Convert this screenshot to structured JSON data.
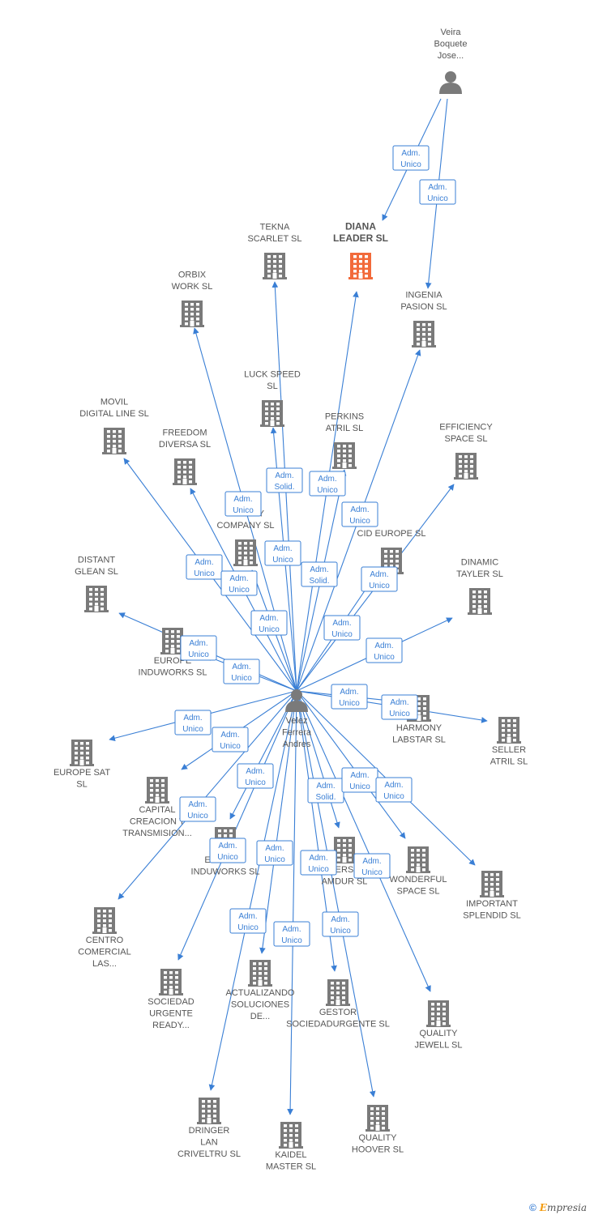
{
  "colors": {
    "edge": "#3a7fd5",
    "building": "#7a7a7a",
    "highlight": "#f26a3a",
    "person": "#7a7a7a",
    "label": "#555555"
  },
  "people": [
    {
      "id": "veira",
      "lines": [
        "Veira",
        "Boquete",
        "Jose..."
      ]
    },
    {
      "id": "velez",
      "lines": [
        "Velez",
        "Ferrera",
        "Andres"
      ]
    }
  ],
  "companies": [
    {
      "id": "diana",
      "lines": [
        "DIANA",
        "LEADER  SL"
      ],
      "highlight": true
    },
    {
      "id": "tekna",
      "lines": [
        "TEKNA",
        "SCARLET  SL"
      ]
    },
    {
      "id": "orbix",
      "lines": [
        "ORBIX",
        "WORK  SL"
      ]
    },
    {
      "id": "ingenia",
      "lines": [
        "INGENIA",
        "PASION  SL"
      ]
    },
    {
      "id": "luck",
      "lines": [
        "LUCK SPEED",
        "SL"
      ]
    },
    {
      "id": "movil",
      "lines": [
        "MOVIL",
        "DIGITAL LINE SL"
      ]
    },
    {
      "id": "perkins",
      "lines": [
        "PERKINS",
        "ATRIL  SL"
      ]
    },
    {
      "id": "efficiency",
      "lines": [
        "EFFICIENCY",
        "SPACE  SL"
      ]
    },
    {
      "id": "freedom",
      "lines": [
        "FREEDOM",
        "DIVERSA  SL"
      ]
    },
    {
      "id": "sound",
      "lines": [
        "SOUND",
        "REALITY",
        "COMPANY  SL"
      ]
    },
    {
      "id": "cid",
      "lines": [
        "CID EUROPE  SL"
      ]
    },
    {
      "id": "distant",
      "lines": [
        "DISTANT",
        "GLEAN  SL"
      ]
    },
    {
      "id": "dinamic",
      "lines": [
        "DINAMIC",
        "TAYLER  SL"
      ]
    },
    {
      "id": "europeind",
      "lines": [
        "EUROPE",
        "INDUWORKS SL"
      ]
    },
    {
      "id": "harmony",
      "lines": [
        "HARMONY",
        "LABSTAR SL"
      ]
    },
    {
      "id": "seller",
      "lines": [
        "SELLER",
        "ATRIL  SL"
      ]
    },
    {
      "id": "europesat",
      "lines": [
        "EUROPE SAT",
        "SL"
      ]
    },
    {
      "id": "capital",
      "lines": [
        "CAPITAL",
        "CREACION Y",
        "TRANSMISION..."
      ]
    },
    {
      "id": "experts",
      "lines": [
        "EXPERTS",
        "INDUWORKS SL"
      ]
    },
    {
      "id": "versa",
      "lines": [
        "VERSA",
        "AMDUR  SL"
      ]
    },
    {
      "id": "wonderful",
      "lines": [
        "WONDERFUL",
        "SPACE  SL"
      ]
    },
    {
      "id": "important",
      "lines": [
        "IMPORTANT",
        "SPLENDID  SL"
      ]
    },
    {
      "id": "centro",
      "lines": [
        "CENTRO",
        "COMERCIAL",
        "LAS..."
      ]
    },
    {
      "id": "sociedad",
      "lines": [
        "SOCIEDAD",
        "URGENTE",
        "READY..."
      ]
    },
    {
      "id": "actualizando",
      "lines": [
        "ACTUALIZANDO",
        "SOLUCIONES",
        "DE..."
      ]
    },
    {
      "id": "gestor",
      "lines": [
        "GESTOR",
        "SOCIEDADURGENTE SL"
      ]
    },
    {
      "id": "qjewell",
      "lines": [
        "QUALITY",
        "JEWELL SL"
      ]
    },
    {
      "id": "dringer",
      "lines": [
        "DRINGER",
        "LAN",
        "CRIVELTRU SL"
      ]
    },
    {
      "id": "kaidel",
      "lines": [
        "KAIDEL",
        "MASTER  SL"
      ]
    },
    {
      "id": "qhoover",
      "lines": [
        "QUALITY",
        "HOOVER SL"
      ]
    }
  ],
  "relations": [
    {
      "from": "veira",
      "to": "diana",
      "label": [
        "Adm.",
        "Unico"
      ]
    },
    {
      "from": "veira",
      "to": "ingenia",
      "label": [
        "Adm.",
        "Unico"
      ]
    },
    {
      "from": "velez",
      "to": "tekna",
      "label": [
        "Adm.",
        "Solid."
      ]
    },
    {
      "from": "velez",
      "to": "diana",
      "label": [
        "Adm.",
        "Unico"
      ]
    },
    {
      "from": "velez",
      "to": "orbix",
      "label": [
        "Adm.",
        "Unico"
      ]
    },
    {
      "from": "velez",
      "to": "ingenia",
      "label": [
        "Adm.",
        "Unico"
      ]
    },
    {
      "from": "velez",
      "to": "luck",
      "label": [
        "Adm.",
        "Unico"
      ]
    },
    {
      "from": "velez",
      "to": "movil",
      "label": [
        "Adm.",
        "Unico"
      ]
    },
    {
      "from": "velez",
      "to": "perkins",
      "label": [
        "Adm.",
        "Solid."
      ]
    },
    {
      "from": "velez",
      "to": "efficiency",
      "label": [
        "Adm.",
        "Unico"
      ]
    },
    {
      "from": "velez",
      "to": "freedom",
      "label": [
        "Adm.",
        "Unico"
      ]
    },
    {
      "from": "velez",
      "to": "sound",
      "label": [
        "Adm.",
        "Unico"
      ]
    },
    {
      "from": "velez",
      "to": "cid",
      "label": [
        "Adm.",
        "Unico"
      ]
    },
    {
      "from": "velez",
      "to": "distant",
      "label": [
        "Adm.",
        "Unico"
      ]
    },
    {
      "from": "velez",
      "to": "dinamic",
      "label": [
        "Adm.",
        "Unico"
      ]
    },
    {
      "from": "velez",
      "to": "europeind",
      "label": [
        "Adm.",
        "Unico"
      ]
    },
    {
      "from": "velez",
      "to": "harmony",
      "label": [
        "Adm.",
        "Unico"
      ]
    },
    {
      "from": "velez",
      "to": "seller",
      "label": [
        "Adm.",
        "Unico"
      ]
    },
    {
      "from": "velez",
      "to": "europesat",
      "label": [
        "Adm.",
        "Unico"
      ]
    },
    {
      "from": "velez",
      "to": "capital",
      "label": [
        "Adm.",
        "Unico"
      ]
    },
    {
      "from": "velez",
      "to": "experts",
      "label": [
        "Adm.",
        "Unico"
      ]
    },
    {
      "from": "velez",
      "to": "versa",
      "label": [
        "Adm.",
        "Solid."
      ]
    },
    {
      "from": "velez",
      "to": "wonderful",
      "label": [
        "Adm.",
        "Unico"
      ]
    },
    {
      "from": "velez",
      "to": "important",
      "label": [
        "Adm.",
        "Unico"
      ]
    },
    {
      "from": "velez",
      "to": "centro",
      "label": [
        "Adm.",
        "Unico"
      ]
    },
    {
      "from": "velez",
      "to": "sociedad",
      "label": [
        "Adm.",
        "Unico"
      ]
    },
    {
      "from": "velez",
      "to": "actualizando",
      "label": [
        "Adm.",
        "Unico"
      ]
    },
    {
      "from": "velez",
      "to": "gestor",
      "label": [
        "Adm.",
        "Unico"
      ]
    },
    {
      "from": "velez",
      "to": "qjewell",
      "label": [
        "Adm.",
        "Unico"
      ]
    },
    {
      "from": "velez",
      "to": "dringer",
      "label": [
        "Adm.",
        "Unico"
      ]
    },
    {
      "from": "velez",
      "to": "kaidel",
      "label": [
        "Adm.",
        "Unico"
      ]
    },
    {
      "from": "velez",
      "to": "qhoover",
      "label": [
        "Adm.",
        "Unico"
      ]
    }
  ],
  "footer": {
    "copyright": "©",
    "brand_initial": "E",
    "brand_rest": "mpresia"
  }
}
